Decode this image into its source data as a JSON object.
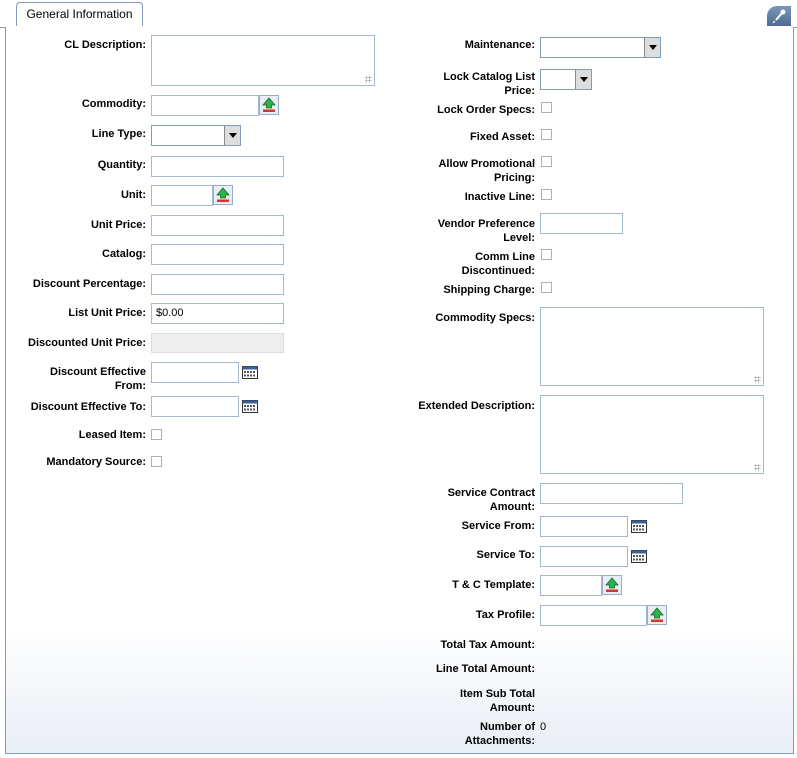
{
  "tab": {
    "label": "General Information"
  },
  "left": {
    "cl_description": "CL Description:",
    "commodity": "Commodity:",
    "line_type": "Line Type:",
    "quantity": "Quantity:",
    "unit": "Unit:",
    "unit_price": "Unit Price:",
    "catalog": "Catalog:",
    "discount_percentage": "Discount Percentage:",
    "list_unit_price": "List Unit Price:",
    "list_unit_price_value": "$0.00",
    "discounted_unit_price": "Discounted Unit Price:",
    "discount_effective_from_1": "Discount Effective",
    "discount_effective_from_2": "From:",
    "discount_effective_to": "Discount Effective To:",
    "leased_item": "Leased Item:",
    "mandatory_source": "Mandatory Source:"
  },
  "right": {
    "maintenance": "Maintenance:",
    "lock_catalog_1": "Lock Catalog List",
    "lock_catalog_2": "Price:",
    "lock_order_specs": "Lock Order Specs:",
    "fixed_asset": "Fixed Asset:",
    "allow_promo_1": "Allow Promotional",
    "allow_promo_2": "Pricing:",
    "inactive_line": "Inactive Line:",
    "vendor_pref_1": "Vendor Preference",
    "vendor_pref_2": "Level:",
    "comm_line_1": "Comm Line",
    "comm_line_2": "Discontinued:",
    "shipping_charge": "Shipping Charge:",
    "commodity_specs": "Commodity Specs:",
    "extended_description": "Extended Description:",
    "service_contract_1": "Service Contract",
    "service_contract_2": "Amount:",
    "service_from": "Service From:",
    "service_to": "Service To:",
    "tc_template": "T & C Template:",
    "tax_profile": "Tax Profile:",
    "total_tax_amount": "Total Tax Amount:",
    "line_total_amount": "Line Total Amount:",
    "item_sub_total_1": "Item Sub Total",
    "item_sub_total_2": "Amount:",
    "attachments_1": "Number of",
    "attachments_2": "Attachments:",
    "attachments_value": "0"
  }
}
